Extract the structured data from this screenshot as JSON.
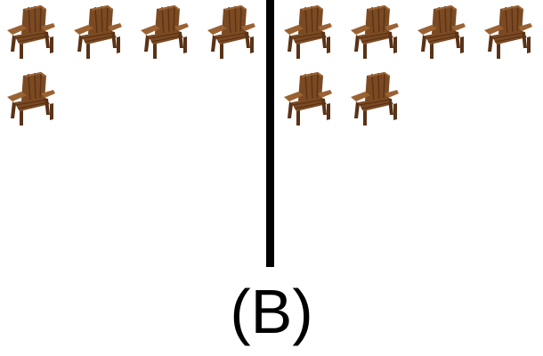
{
  "caption": "(B)",
  "groups": [
    {
      "side": "left",
      "count": 5,
      "icon": "adirondack-chair-icon"
    },
    {
      "side": "right",
      "count": 6,
      "icon": "adirondack-chair-icon"
    }
  ],
  "colors": {
    "chair_dark": "#5a3216",
    "chair_mid": "#7b4a22",
    "chair_light": "#9a6233",
    "divider": "#000000",
    "background": "#ffffff"
  }
}
